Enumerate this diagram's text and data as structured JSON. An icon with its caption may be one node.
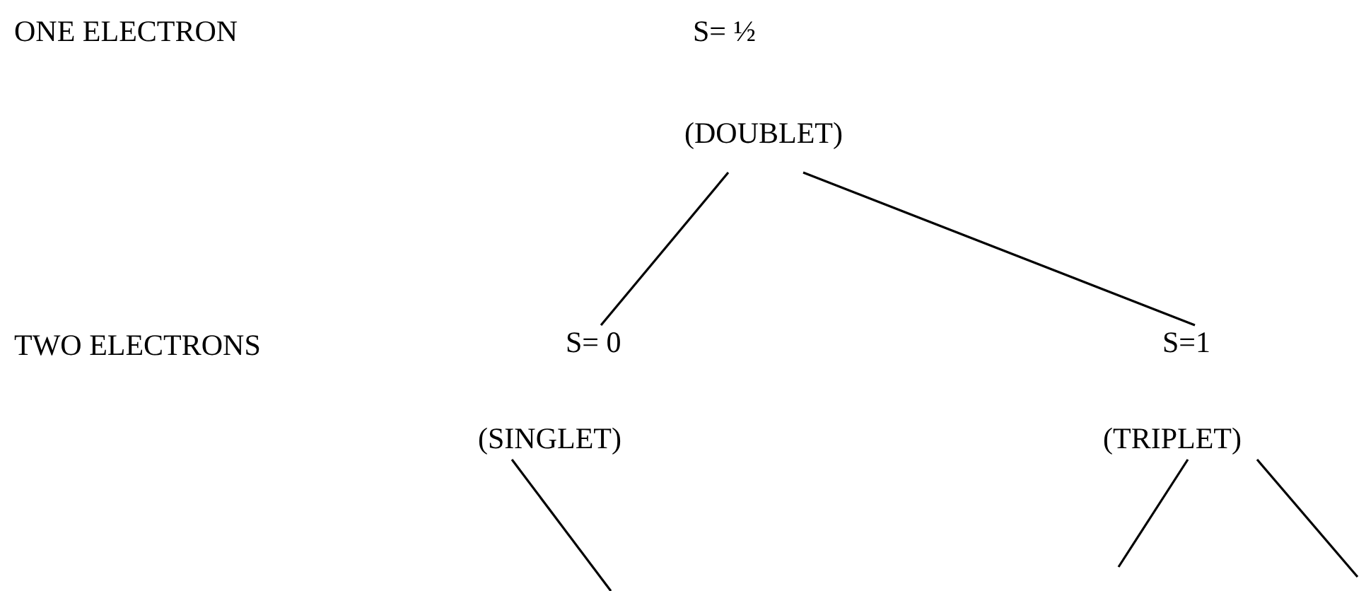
{
  "diagram": {
    "nodes": [
      {
        "text": [
          "S= ½",
          "(DOUBLET)"
        ]
      },
      {
        "text": [
          "S= 0",
          "(SINGLET)"
        ]
      },
      {
        "text": [
          "S=1",
          "(TRIPLET)"
        ]
      }
    ],
    "edges": [
      {
        "from": 0,
        "to": 1,
        "arrow": "none"
      },
      {
        "from": 0,
        "to": 2,
        "arrow": "none"
      },
      {
        "from": 1,
        "to": null,
        "arrow": "none"
      },
      {
        "from": 2,
        "to": null,
        "arrow": "none"
      },
      {
        "from": 2,
        "to": null,
        "arrow": "none"
      }
    ],
    "labels": [
      "ONE ELECTRON",
      "TWO ELECTRONS"
    ]
  }
}
